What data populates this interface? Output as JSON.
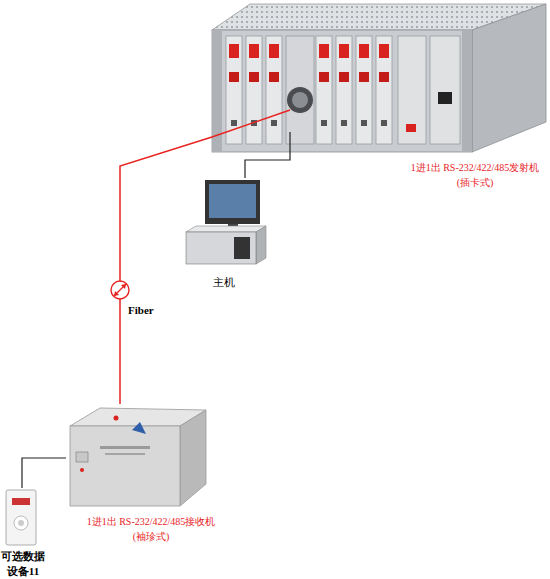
{
  "diagram": {
    "nodes": [
      {
        "text": [
          "1进1出 RS-232/422/485发射机(插卡式)"
        ]
      },
      {
        "text": [
          "主机"
        ]
      },
      {
        "text": [
          "1进1出 RS-232/422/485接收机(袖珍式)"
        ]
      },
      {
        "text": [
          "可选数据 设备11"
        ]
      }
    ],
    "edges": [
      {
        "from": 0,
        "to": 1,
        "arrow": "none"
      },
      {
        "from": 0,
        "to": 2,
        "label": "Fiber",
        "arrow": "none"
      },
      {
        "from": 2,
        "to": 3,
        "arrow": "none"
      }
    ]
  }
}
